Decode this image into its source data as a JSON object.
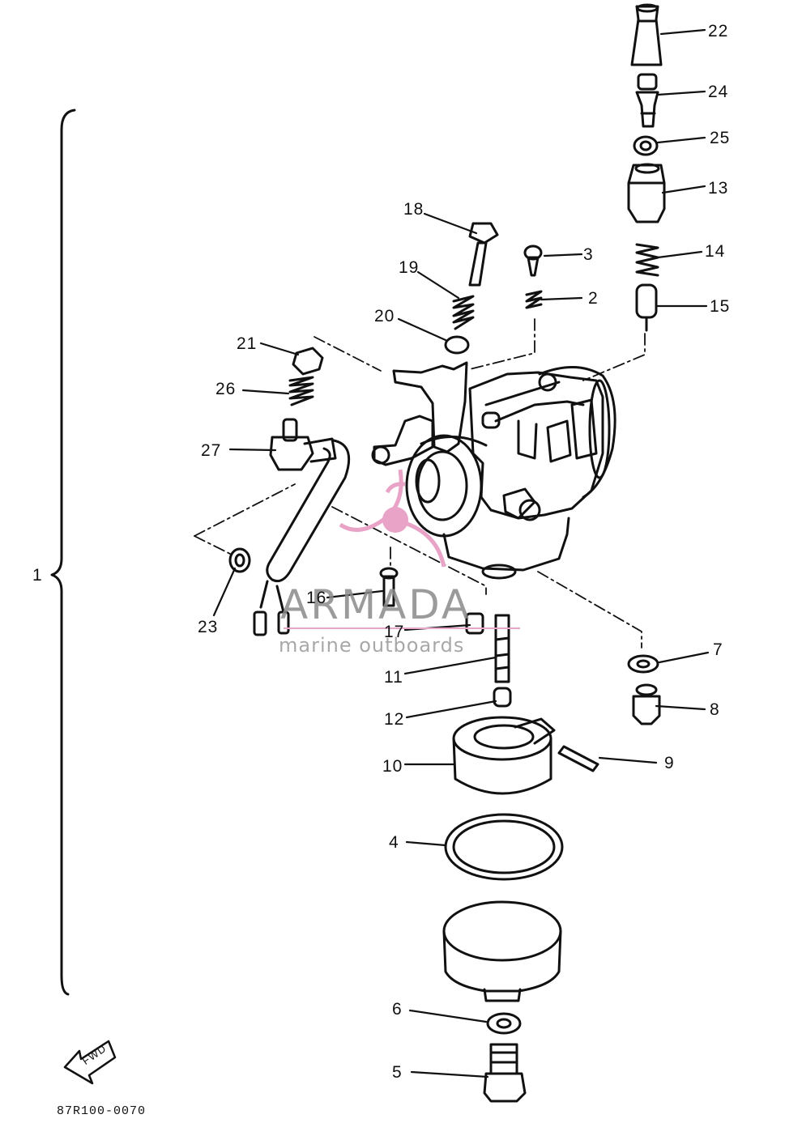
{
  "watermark": {
    "title": "ARMADA",
    "subtitle": "marine outboards",
    "logo_color": "#e8a3c6"
  },
  "assembly_bracket_label": "1",
  "fwd_label": "FWD",
  "drawing_code": "87R100-0070",
  "callouts": [
    "22",
    "24",
    "25",
    "13",
    "14",
    "15",
    "18",
    "3",
    "2",
    "19",
    "20",
    "21",
    "26",
    "27",
    "23",
    "16",
    "17",
    "11",
    "12",
    "7",
    "8",
    "9",
    "10",
    "4",
    "6",
    "5"
  ]
}
